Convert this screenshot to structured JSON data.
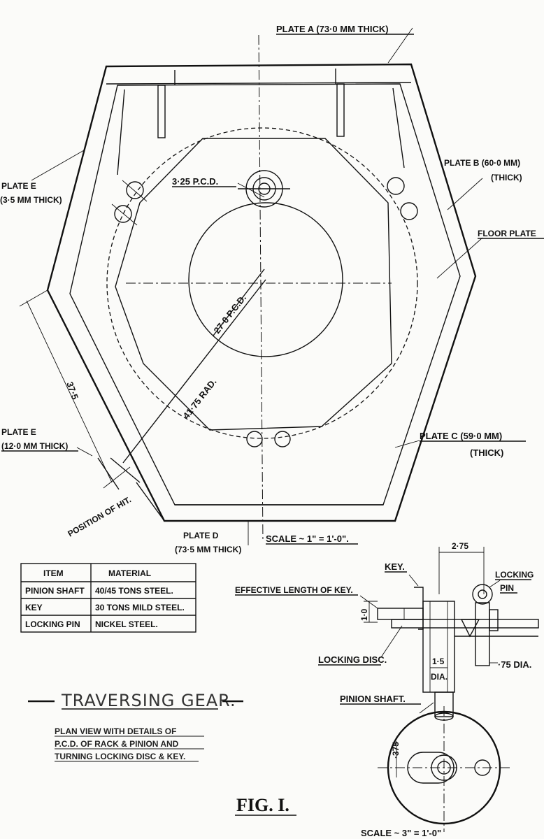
{
  "labels": {
    "plate_a": "PLATE A (73·0 MM THICK)",
    "plate_b_1": "PLATE B (60·0 MM)",
    "plate_b_2": "(THICK)",
    "floor_plate": "FLOOR PLATE",
    "plate_c_1": "PLATE C (59·0 MM)",
    "plate_c_2": "(THICK)",
    "plate_d_1": "PLATE D",
    "plate_d_2": "(73·5 MM THICK)",
    "plate_e_left_1": "PLATE E",
    "plate_e_left_2": "(12·0 MM THICK)",
    "plate_left_upper_1": "PLATE E",
    "plate_left_upper_2": "(3·5 MM THICK)",
    "pcd_small": "3·25 P.C.D.",
    "pcd_large": "27·0 P.C.D.",
    "radius": "41·75 RAD.",
    "dim_375": "37·5",
    "position_of_hit": "POSITION OF HIT.",
    "scale_main": "SCALE ~ 1\" = 1'-0\".",
    "key": "KEY.",
    "locking_pin_1": "LOCKING",
    "locking_pin_2": "PIN",
    "effective_length": "EFFECTIVE LENGTH OF KEY.",
    "dim_10": "1·0",
    "dim_275": "2·75",
    "locking_disc": "LOCKING DISC.",
    "dim_15": "1·5",
    "dia": "DIA.",
    "dia_75": "·75 DIA.",
    "pinion_shaft": "PINION SHAFT.",
    "dim_375_small": "·375",
    "scale_detail": "SCALE ~ 3\" = 1'-0\"",
    "title": "TRAVERSING GEAR.",
    "subtitle_1": "PLAN VIEW WITH DETAILS OF",
    "subtitle_2": "P.C.D. OF RACK & PINION AND",
    "subtitle_3": "TURNING LOCKING DISC & KEY.",
    "fig": "FIG. I."
  },
  "table": {
    "headers": [
      "ITEM",
      "MATERIAL"
    ],
    "rows": [
      [
        "PINION SHAFT",
        "40/45 TONS STEEL."
      ],
      [
        "KEY",
        "30 TONS MILD STEEL."
      ],
      [
        "LOCKING PIN",
        "NICKEL STEEL."
      ]
    ]
  }
}
